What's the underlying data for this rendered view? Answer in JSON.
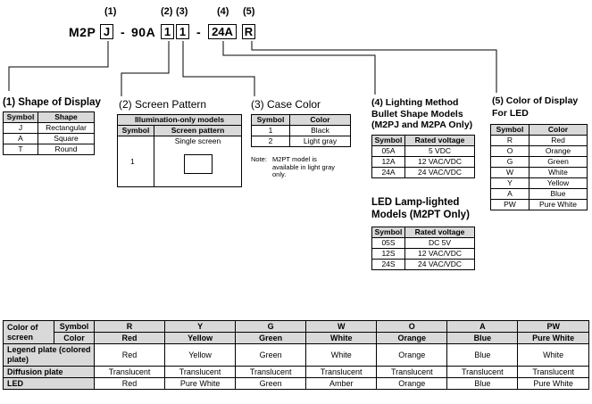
{
  "model": {
    "numbers": [
      "(1)",
      "(2)",
      "(3)",
      "(4)",
      "(5)"
    ],
    "prefix": "M2P",
    "box1": "J",
    "dash1": "-",
    "mid": "90A",
    "box2": "1",
    "box3": "1",
    "dash2": "-",
    "box4": "24A",
    "box5": "R"
  },
  "shape": {
    "title": "(1) Shape of Display",
    "headers": [
      "Symbol",
      "Shape"
    ],
    "rows": [
      [
        "J",
        "Rectangular"
      ],
      [
        "A",
        "Square"
      ],
      [
        "T",
        "Round"
      ]
    ]
  },
  "pattern": {
    "title": "(2) Screen Pattern",
    "group": "Illumination-only models",
    "headers": [
      "Symbol",
      "Screen pattern"
    ],
    "symbol": "1",
    "desc": "Single screen"
  },
  "case": {
    "title": "(3) Case Color",
    "headers": [
      "Symbol",
      "Color"
    ],
    "rows": [
      [
        "1",
        "Black"
      ],
      [
        "2",
        "Light gray"
      ]
    ],
    "note_label": "Note:",
    "note": "M2PT model is available in light gray only."
  },
  "lighting": {
    "title": "(4) Lighting Method",
    "sub1": "Bullet Shape Models",
    "sub2": "(M2PJ and M2PA Only)",
    "headers": [
      "Symbol",
      "Rated voltage"
    ],
    "rows": [
      [
        "05A",
        "5 VDC"
      ],
      [
        "12A",
        "12 VAC/VDC"
      ],
      [
        "24A",
        "24 VAC/VDC"
      ]
    ],
    "led_title1": "LED Lamp-lighted",
    "led_title2": "Models (M2PT Only)",
    "led_headers": [
      "Symbol",
      "Rated voltage"
    ],
    "led_rows": [
      [
        "05S",
        "DC 5V"
      ],
      [
        "12S",
        "12 VAC/VDC"
      ],
      [
        "24S",
        "24 VAC/VDC"
      ]
    ]
  },
  "led_color": {
    "title1": "(5) Color of Display",
    "title2": "For LED",
    "headers": [
      "Symbol",
      "Color"
    ],
    "rows": [
      [
        "R",
        "Red"
      ],
      [
        "O",
        "Orange"
      ],
      [
        "G",
        "Green"
      ],
      [
        "W",
        "White"
      ],
      [
        "Y",
        "Yellow"
      ],
      [
        "A",
        "Blue"
      ],
      [
        "PW",
        "Pure White"
      ]
    ]
  },
  "color_table": {
    "group_label": "Color of screen",
    "symbol_label": "Symbol",
    "color_label": "Color",
    "symbols": [
      "R",
      "Y",
      "G",
      "W",
      "O",
      "A",
      "PW"
    ],
    "colors": [
      "Red",
      "Yellow",
      "Green",
      "White",
      "Orange",
      "Blue",
      "Pure White"
    ],
    "rows": [
      {
        "label": "Legend plate (colored plate)",
        "values": [
          "Red",
          "Yellow",
          "Green",
          "White",
          "Orange",
          "Blue",
          "White"
        ]
      },
      {
        "label": "Diffusion plate",
        "values": [
          "Translucent",
          "Translucent",
          "Translucent",
          "Translucent",
          "Translucent",
          "Translucent",
          "Translucent"
        ]
      },
      {
        "label": "LED",
        "values": [
          "Red",
          "Pure White",
          "Green",
          "Amber",
          "Orange",
          "Blue",
          "Pure White"
        ]
      }
    ]
  }
}
